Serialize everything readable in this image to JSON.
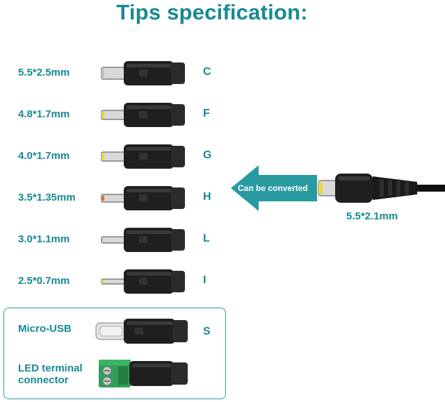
{
  "title": "Tips specification:",
  "tips": [
    {
      "size": "5.5*2.5mm",
      "code": "C"
    },
    {
      "size": "4.8*1.7mm",
      "code": "F"
    },
    {
      "size": "4.0*1.7mm",
      "code": "G"
    },
    {
      "size": "3.5*1.35mm",
      "code": "H"
    },
    {
      "size": "3.0*1.1mm",
      "code": "L"
    },
    {
      "size": "2.5*0.7mm",
      "code": "I"
    }
  ],
  "extras": {
    "micro_usb_label": "Micro-USB",
    "micro_usb_code": "S",
    "led_label_line1": "LED  terminal",
    "led_label_line2": "connector"
  },
  "arrow_text": "Can be converted",
  "plug_label": "5.5*2.1mm",
  "colors": {
    "teal": "#178a93",
    "arrow": "#2a9aa1",
    "tip_yellow": "#e8d83a",
    "terminal_green": "#2f9e57"
  }
}
